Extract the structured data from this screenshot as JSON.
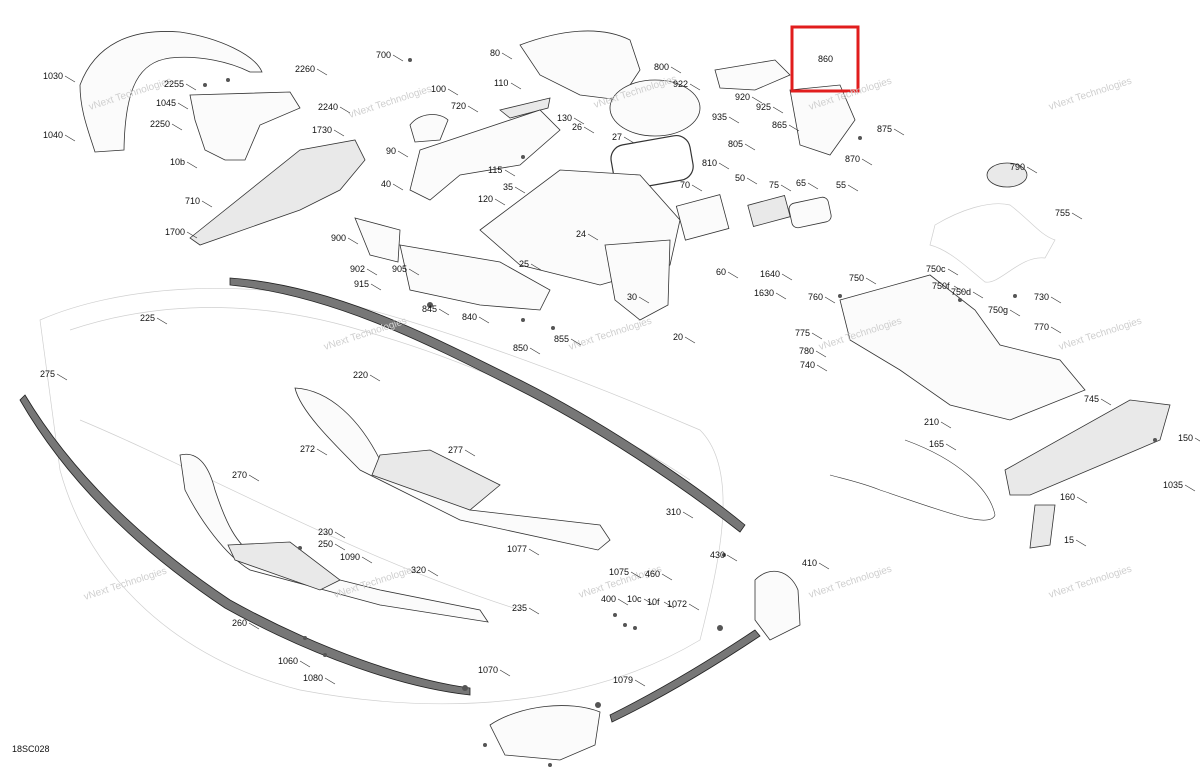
{
  "figure_code": "18SC028",
  "watermark": "vNext Technologies",
  "highlight_label": "860",
  "labels": [
    "700",
    "80",
    "800",
    "922",
    "920",
    "925",
    "865",
    "875",
    "870",
    "935",
    "805",
    "810",
    "1030",
    "2255",
    "2260",
    "1045",
    "2240",
    "2250",
    "1730",
    "1040",
    "10b",
    "710",
    "1700",
    "100",
    "720",
    "110",
    "130",
    "27",
    "26",
    "90",
    "115",
    "35",
    "40",
    "120",
    "70",
    "50",
    "75",
    "65",
    "55",
    "24",
    "25",
    "60",
    "1640",
    "1630",
    "30",
    "20",
    "900",
    "902",
    "905",
    "915",
    "845",
    "840",
    "850",
    "855",
    "790",
    "755",
    "750",
    "750c",
    "750f",
    "750d",
    "760",
    "730",
    "750g",
    "770",
    "775",
    "780",
    "740",
    "745",
    "210",
    "165",
    "160",
    "150",
    "1035",
    "15",
    "225",
    "275",
    "220",
    "272",
    "277",
    "270",
    "230",
    "250",
    "1090",
    "320",
    "235",
    "260",
    "310",
    "1077",
    "1075",
    "460",
    "430",
    "410",
    "400",
    "10c",
    "10f",
    "1072",
    "1060",
    "1080",
    "1070",
    "1079"
  ],
  "colors": {
    "highlight": "#e11d1d",
    "line": "#333333",
    "watermark": "#cfcfcf"
  }
}
